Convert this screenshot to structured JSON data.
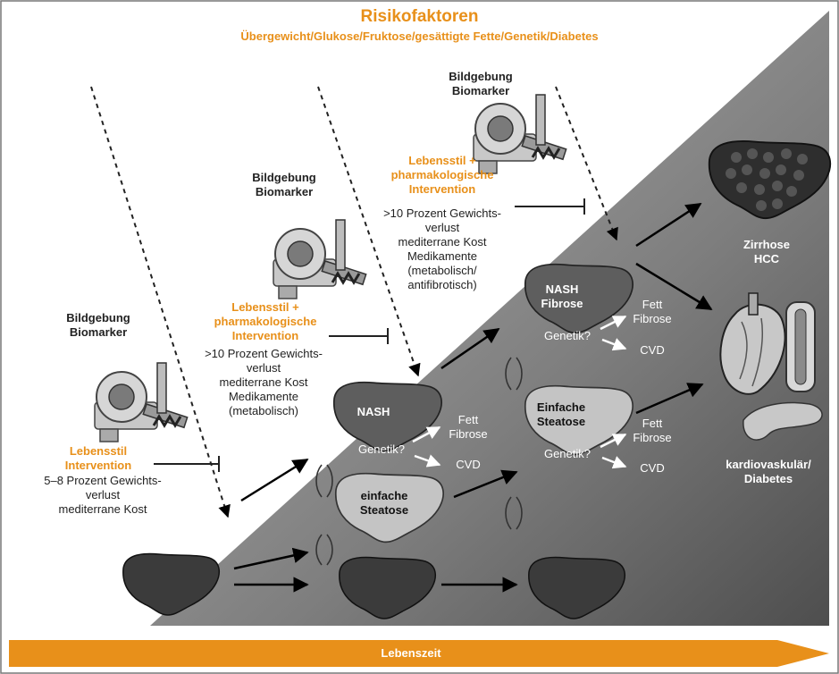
{
  "title": "Risikofaktoren",
  "subtitle": "Übergewicht/Glukose/Fruktose/gesättigte Fette/Genetik/Diabetes",
  "imaging": {
    "line1": "Bildgebung",
    "line2": "Biomarker"
  },
  "stage1": {
    "intervention": [
      "Lebensstil",
      "Intervention"
    ],
    "details": [
      "5–8 Prozent Gewichts-",
      "verlust",
      "mediterrane Kost"
    ]
  },
  "stage2": {
    "intervention": [
      "Lebensstil +",
      "pharmakologische",
      "Intervention"
    ],
    "details": [
      ">10 Prozent Gewichts-",
      "verlust",
      "mediterrane Kost",
      "Medikamente",
      "(metabolisch)"
    ]
  },
  "stage3": {
    "intervention": [
      "Lebensstil +",
      "pharmakologische",
      "Intervention"
    ],
    "details": [
      ">10 Prozent Gewichts-",
      "verlust",
      "mediterrane Kost",
      "Medikamente",
      "(metabolisch/",
      "antifibrotisch)"
    ]
  },
  "livers": {
    "nash": "NASH",
    "simple_steatosis_lower": [
      "einfache",
      "Steatose"
    ],
    "nash_fibrosis": [
      "NASH",
      "Fibrose"
    ],
    "simple_steatosis_upper": [
      "Einfache",
      "Steatose"
    ]
  },
  "factors": {
    "genetics": "Genetik?",
    "fat": "Fett",
    "fibrosis": "Fibrose",
    "cvd": "CVD"
  },
  "outcomes": {
    "cirrhosis": [
      "Zirrhose",
      "HCC"
    ],
    "cardio": [
      "kardiovaskulär/",
      "Diabetes"
    ]
  },
  "timeline": "Lebenszeit",
  "colors": {
    "orange": "#e8901a",
    "gray_dark": "#5e5e5e",
    "gray_light": "#a9a9a9",
    "liver_dark": "#3b3b3b"
  }
}
